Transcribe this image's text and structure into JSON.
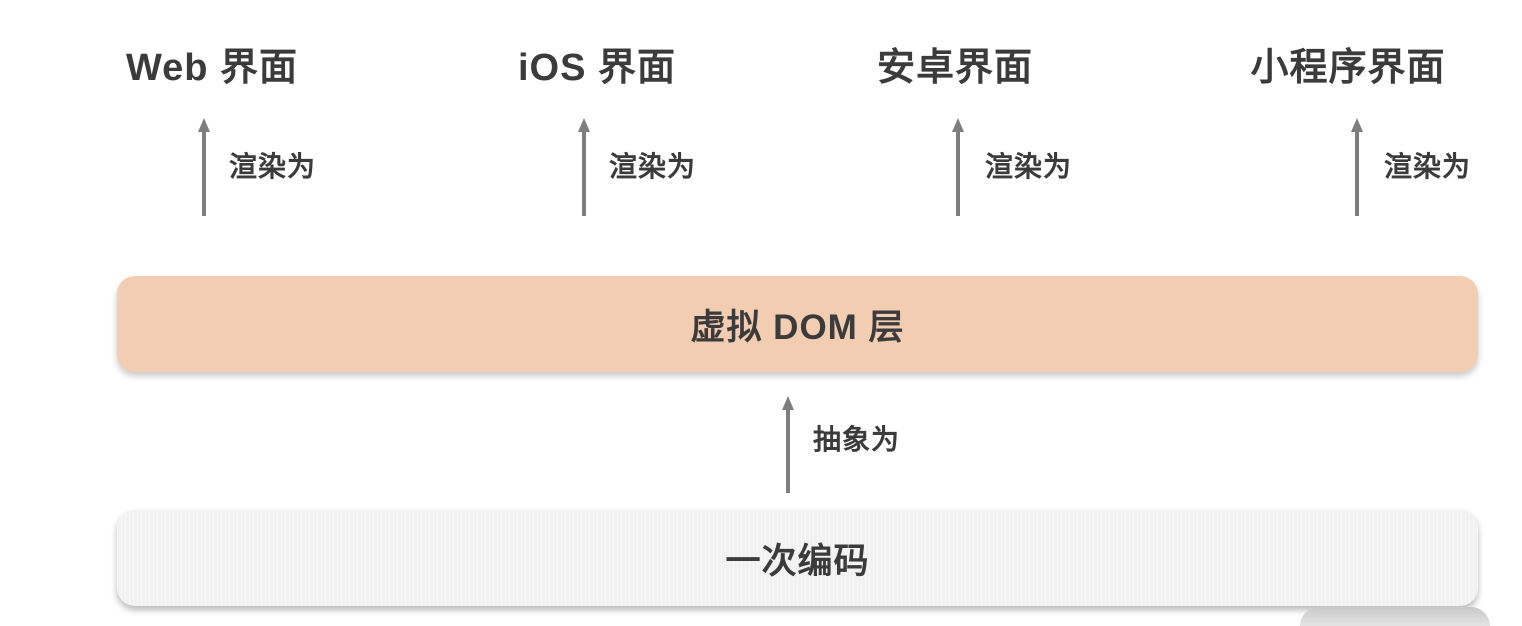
{
  "colors": {
    "text": "#3b3b3b",
    "arrow": "#7e7e7e",
    "peach_box_bg": "#f2cdb2",
    "gray_box_bg": "#f1f1f2",
    "cropped_shape_bg": "#d6d6d6"
  },
  "platforms": [
    {
      "label": "Web 界面",
      "arrow_label": "渲染为"
    },
    {
      "label": "iOS 界面",
      "arrow_label": "渲染为"
    },
    {
      "label": "安卓界面",
      "arrow_label": "渲染为"
    },
    {
      "label": "小程序界面",
      "arrow_label": "渲染为"
    }
  ],
  "virtual_dom_layer": {
    "label": "虚拟 DOM 层"
  },
  "abstract_arrow": {
    "label": "抽象为"
  },
  "code_once_layer": {
    "label": "一次编码"
  }
}
